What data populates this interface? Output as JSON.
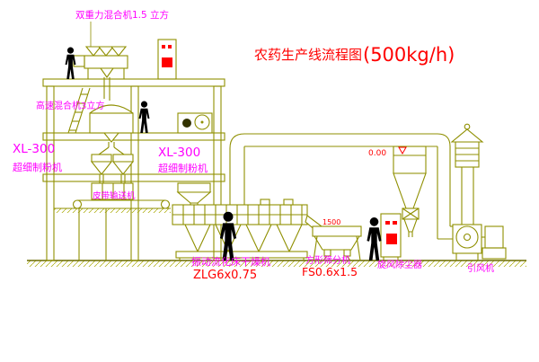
{
  "title": {
    "text": "农药生产线流程图",
    "capacity": "(500kg/h)"
  },
  "labels": {
    "top_mixer": "双重力混合机1.5 立方",
    "high_speed_mixer": "高速混合机3立方",
    "mill_left": {
      "model": "XL-300",
      "name": "超细制粉机"
    },
    "mill_center": {
      "model": "XL-300",
      "name": "超细制粉机"
    },
    "belt_conveyor": "皮带输送机",
    "dryer": {
      "name": "振动流化床干燥机",
      "model": "ZLG6x0.75"
    },
    "sieve": {
      "name": "方形筛分机",
      "model": "FS0.6x1.5",
      "dimension": "1500"
    },
    "cyclone": {
      "name": "旋风除尘器",
      "elevation": "0.00"
    },
    "fan": {
      "name": "引风机"
    }
  },
  "colors": {
    "line": "#8f8f00",
    "ground": "#6b6b00",
    "label_magenta": "#ff00ff",
    "accent_red": "#ff0000",
    "cabinet_yellow": "#ffe94a",
    "figure_black": "#000000",
    "background": "#ffffff"
  }
}
